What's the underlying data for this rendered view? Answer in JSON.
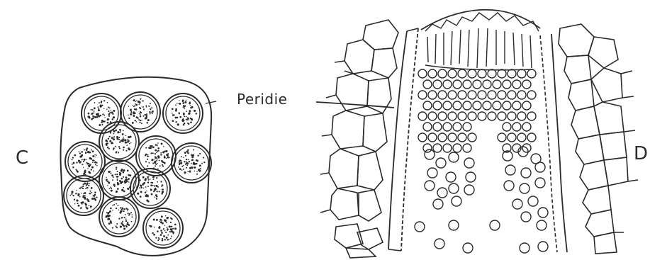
{
  "labels": {
    "panel_c": "C",
    "panel_d": "D",
    "peridie": "Peridie"
  },
  "colors": {
    "ink": "#2a2a2a",
    "paper": "#ffffff"
  }
}
